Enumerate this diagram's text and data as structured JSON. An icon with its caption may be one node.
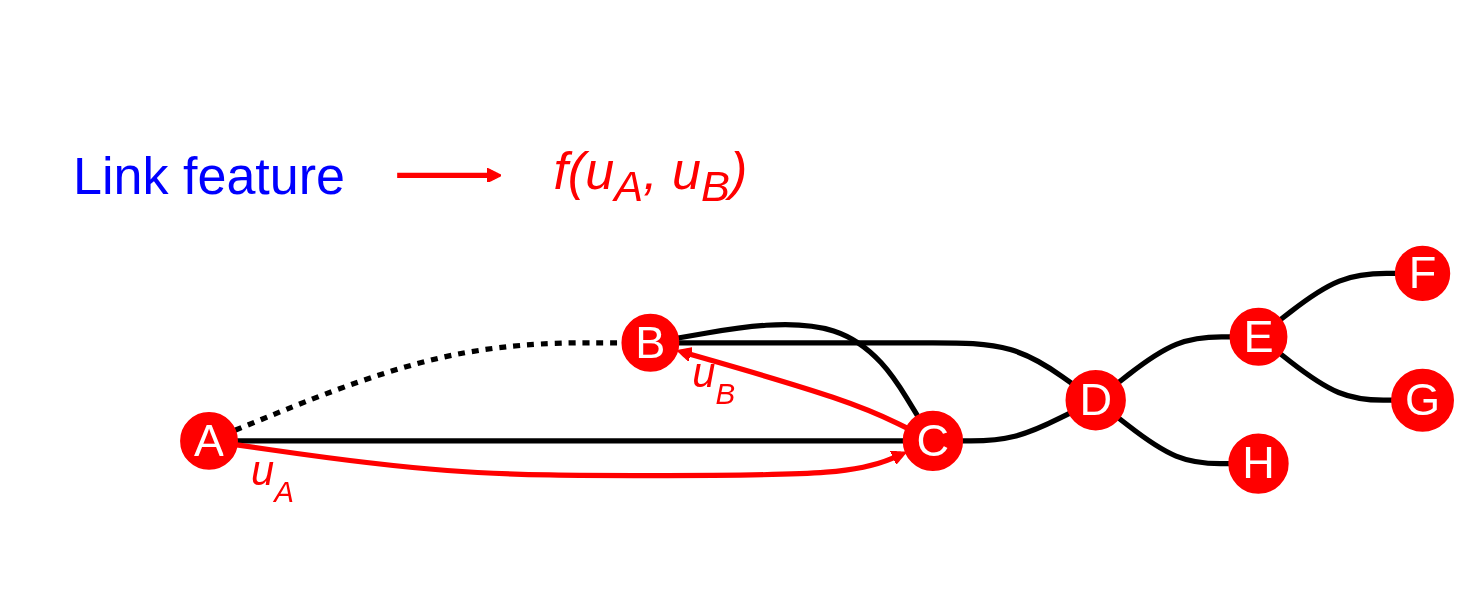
{
  "diagram": {
    "nodes": [
      {
        "text": [
          "A"
        ],
        "beside": [
          "u$_{A}$"
        ]
      },
      {
        "text": [
          "B"
        ],
        "beside": [
          "u$_{B}$"
        ]
      },
      {
        "text": [
          "C"
        ]
      },
      {
        "text": [
          "D"
        ]
      },
      {
        "text": [
          "E"
        ]
      },
      {
        "text": [
          "F"
        ]
      },
      {
        "text": [
          "G"
        ]
      },
      {
        "text": [
          "H"
        ]
      },
      {
        "text": [
          "Link feature"
        ]
      },
      {
        "text": [
          "f(u$_{A}$, u$_{B}$)"
        ]
      }
    ],
    "edges": [
      {
        "from": 0,
        "to": 1,
        "arrow": "none",
        "style": "dashed"
      },
      {
        "from": 0,
        "to": 2,
        "arrow": "none"
      },
      {
        "from": 1,
        "to": 2,
        "arrow": "none"
      },
      {
        "from": 1,
        "to": 3,
        "arrow": "none"
      },
      {
        "from": 2,
        "to": 3,
        "arrow": "none"
      },
      {
        "from": 3,
        "to": 4,
        "arrow": "none"
      },
      {
        "from": 4,
        "to": 5,
        "arrow": "none"
      },
      {
        "from": 4,
        "to": 6,
        "arrow": "none"
      },
      {
        "from": 3,
        "to": 7,
        "arrow": "none"
      },
      {
        "from": 0,
        "to": 2,
        "arrow": "to",
        "color": "#ff0000"
      },
      {
        "from": 2,
        "to": 1,
        "arrow": "to",
        "color": "#ff0000"
      },
      {
        "from": 8,
        "to": 9,
        "arrow": "to",
        "color": "#ff0000"
      }
    ]
  }
}
